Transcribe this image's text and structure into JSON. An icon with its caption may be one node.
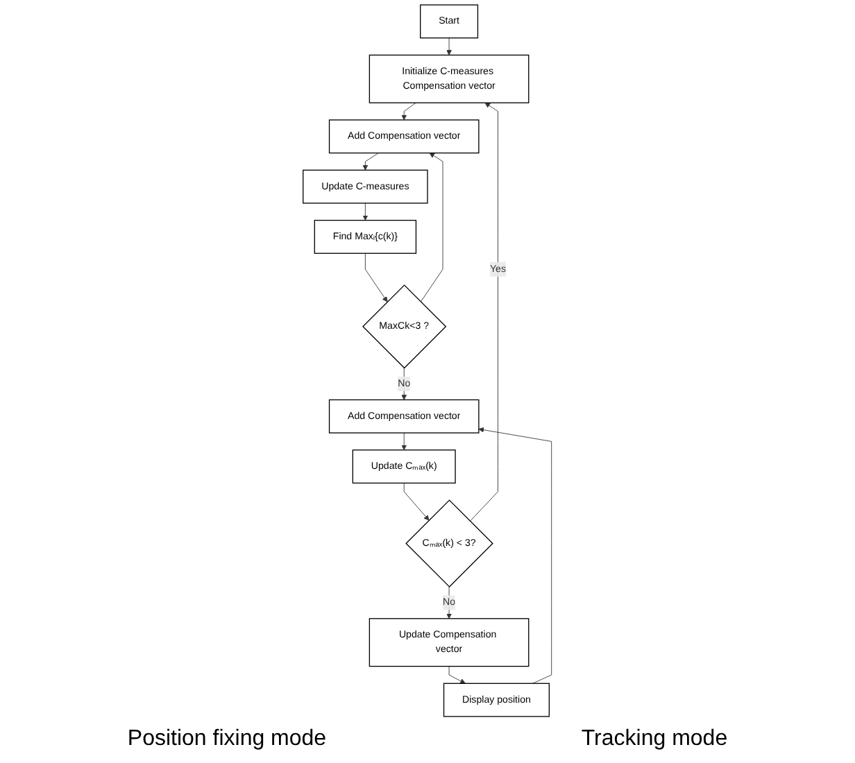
{
  "diagram": {
    "nodes": [
      {
        "text": [
          "Start"
        ]
      },
      {
        "text": [
          "Initialize C-measures Compensation vector"
        ]
      },
      {
        "text": [
          "Add Compensation vector"
        ]
      },
      {
        "text": [
          "Update C-measures"
        ]
      },
      {
        "text": [
          "Find Maxᵢ{c(k)}"
        ]
      },
      {
        "text": [
          "MaxCk<3 ?"
        ]
      },
      {
        "text": [
          "Update Compensation vector"
        ]
      },
      {
        "text": [
          "Display position"
        ]
      },
      {
        "text": [
          "Add Compensation vector"
        ]
      },
      {
        "text": [
          "Update Cₘₐₓ(k)"
        ]
      },
      {
        "text": [
          "Cₘₐₓ(k) < 3?"
        ]
      }
    ],
    "edges": [
      {
        "from": 0,
        "to": 1,
        "arrow": "to"
      },
      {
        "from": 1,
        "to": 2,
        "arrow": "to"
      },
      {
        "from": 2,
        "to": 3,
        "arrow": "to"
      },
      {
        "from": 3,
        "to": 4,
        "arrow": "to"
      },
      {
        "from": 4,
        "to": 5,
        "arrow": "to"
      },
      {
        "from": 5,
        "to": 2,
        "arrow": "to"
      },
      {
        "from": 5,
        "to": 8,
        "arrow": "to",
        "label": "No"
      },
      {
        "from": 6,
        "to": 7,
        "arrow": "to"
      },
      {
        "from": 7,
        "to": 8,
        "arrow": "to"
      },
      {
        "from": 8,
        "to": 9,
        "arrow": "to"
      },
      {
        "from": 9,
        "to": 10,
        "arrow": "to"
      },
      {
        "from": 10,
        "to": 1,
        "arrow": "to",
        "label": "Yes"
      },
      {
        "from": 10,
        "to": 6,
        "arrow": "to",
        "label": "No"
      }
    ],
    "labels": [
      "Position fixing mode",
      "Tracking mode"
    ]
  }
}
